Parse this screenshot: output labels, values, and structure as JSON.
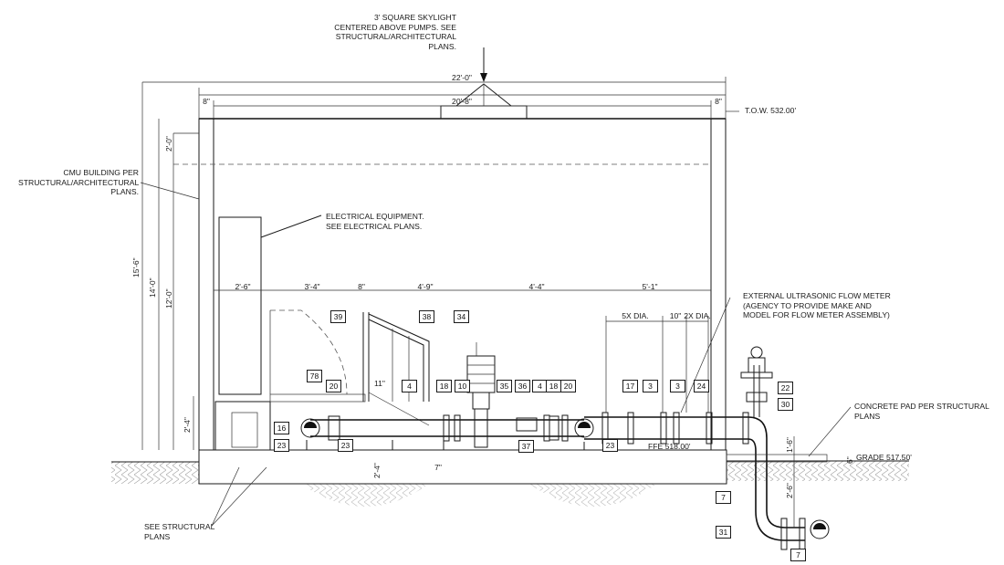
{
  "notes": {
    "skylight": [
      "3' SQUARE SKYLIGHT",
      "CENTERED ABOVE PUMPS. SEE",
      "STRUCTURAL/ARCHITECTURAL",
      "PLANS."
    ],
    "cmu": [
      "CMU BUILDING PER",
      "STRUCTURAL/ARCHITECTURAL",
      "PLANS."
    ],
    "electrical": [
      "ELECTRICAL EQUIPMENT.",
      "SEE ELECTRICAL PLANS."
    ],
    "flow_meter": [
      "EXTERNAL ULTRASONIC FLOW METER",
      "(AGENCY TO PROVIDE MAKE AND",
      "MODEL FOR FLOW METER ASSEMBLY)"
    ],
    "concrete_pad": [
      "CONCRETE PAD PER STRUCTURAL",
      "PLANS"
    ],
    "structural": [
      "SEE STRUCTURAL",
      "PLANS"
    ]
  },
  "elevations": {
    "tow": "T.O.W. 532.00'",
    "ffe": "FFE 518.00'",
    "grade": "GRADE 517.50'"
  },
  "dimensions": {
    "overall": "22'-0\"",
    "interior": "20'-8\"",
    "wall_left": "8\"",
    "wall_right": "8\"",
    "height_total": "15'-6\"",
    "height_14": "14'-0\"",
    "height_12": "12'-0\"",
    "top_2": "2'-0\"",
    "curb": "2'-4\"",
    "seg1": "2'-6\"",
    "seg2": "3'-4\"",
    "seg3": "8\"",
    "seg4": "4'-9\"",
    "seg5": "4'-4\"",
    "seg6": "5'-1\"",
    "five_x": "5X DIA.",
    "ten": "10\"",
    "two_x": "2X DIA.",
    "eleven": "11\"",
    "low_24": "2'-4\"",
    "low_7": "7\"",
    "pad_6": "6\"",
    "pad_16": "1'-6\"",
    "pipe_26": "2'-6\""
  },
  "tags": {
    "t39": "39",
    "t38": "38",
    "t34": "34",
    "t78": "78",
    "t20a": "20",
    "t4a": "4",
    "t18a": "18",
    "t10": "10",
    "t35": "35",
    "t36": "36",
    "t4b": "4",
    "t18b": "18",
    "t20b": "20",
    "t17": "17",
    "t3a": "3",
    "t3b": "3",
    "t24": "24",
    "t22": "22",
    "t30": "30",
    "t16": "16",
    "t23a": "23",
    "t23b": "23",
    "t37": "37",
    "t23c": "23",
    "t7a": "7",
    "t31": "31",
    "t7b": "7"
  }
}
